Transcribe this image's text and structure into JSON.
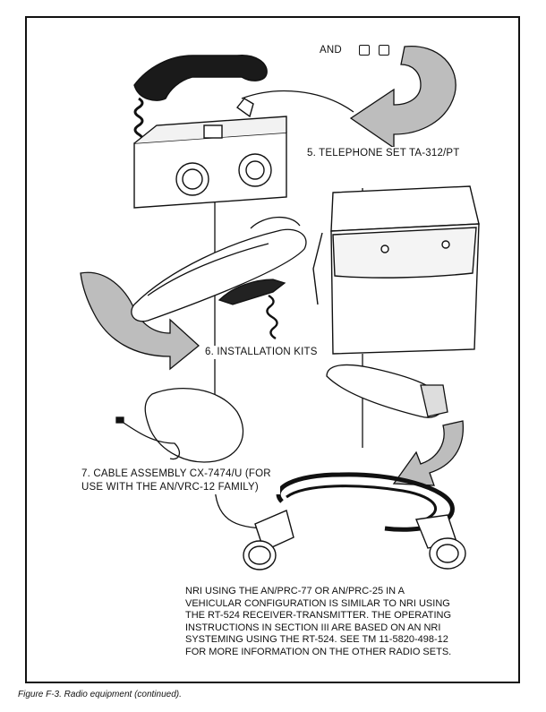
{
  "diagram": {
    "and_label": "AND",
    "items": [
      {
        "id": "5",
        "label": "5. TELEPHONE SET TA-312/PT"
      },
      {
        "id": "6",
        "label": "6. INSTALLATION KITS"
      },
      {
        "id": "7",
        "label": "7. CABLE ASSEMBLY CX-7474/U (FOR USE WITH THE AN/VRC-12 FAMILY)"
      }
    ],
    "note": "NRI USING THE AN/PRC-77 OR AN/PRC-25 IN A VEHICULAR CONFIGURATION IS SIMILAR TO NRI USING THE RT-524 RECEIVER-TRANSMITTER. THE OPERATING INSTRUCTIONS IN SECTION III ARE BASED ON AN NRI SYSTEMING USING THE RT-524. SEE TM 11-5820-498-12 FOR MORE INFORMATION ON THE OTHER RADIO SETS.",
    "caption": "Figure F-3. Radio equipment (continued).",
    "colors": {
      "ink": "#111111",
      "arrow_fill": "#bdbdbd",
      "arrow_shade": "#8a8a8a"
    }
  }
}
